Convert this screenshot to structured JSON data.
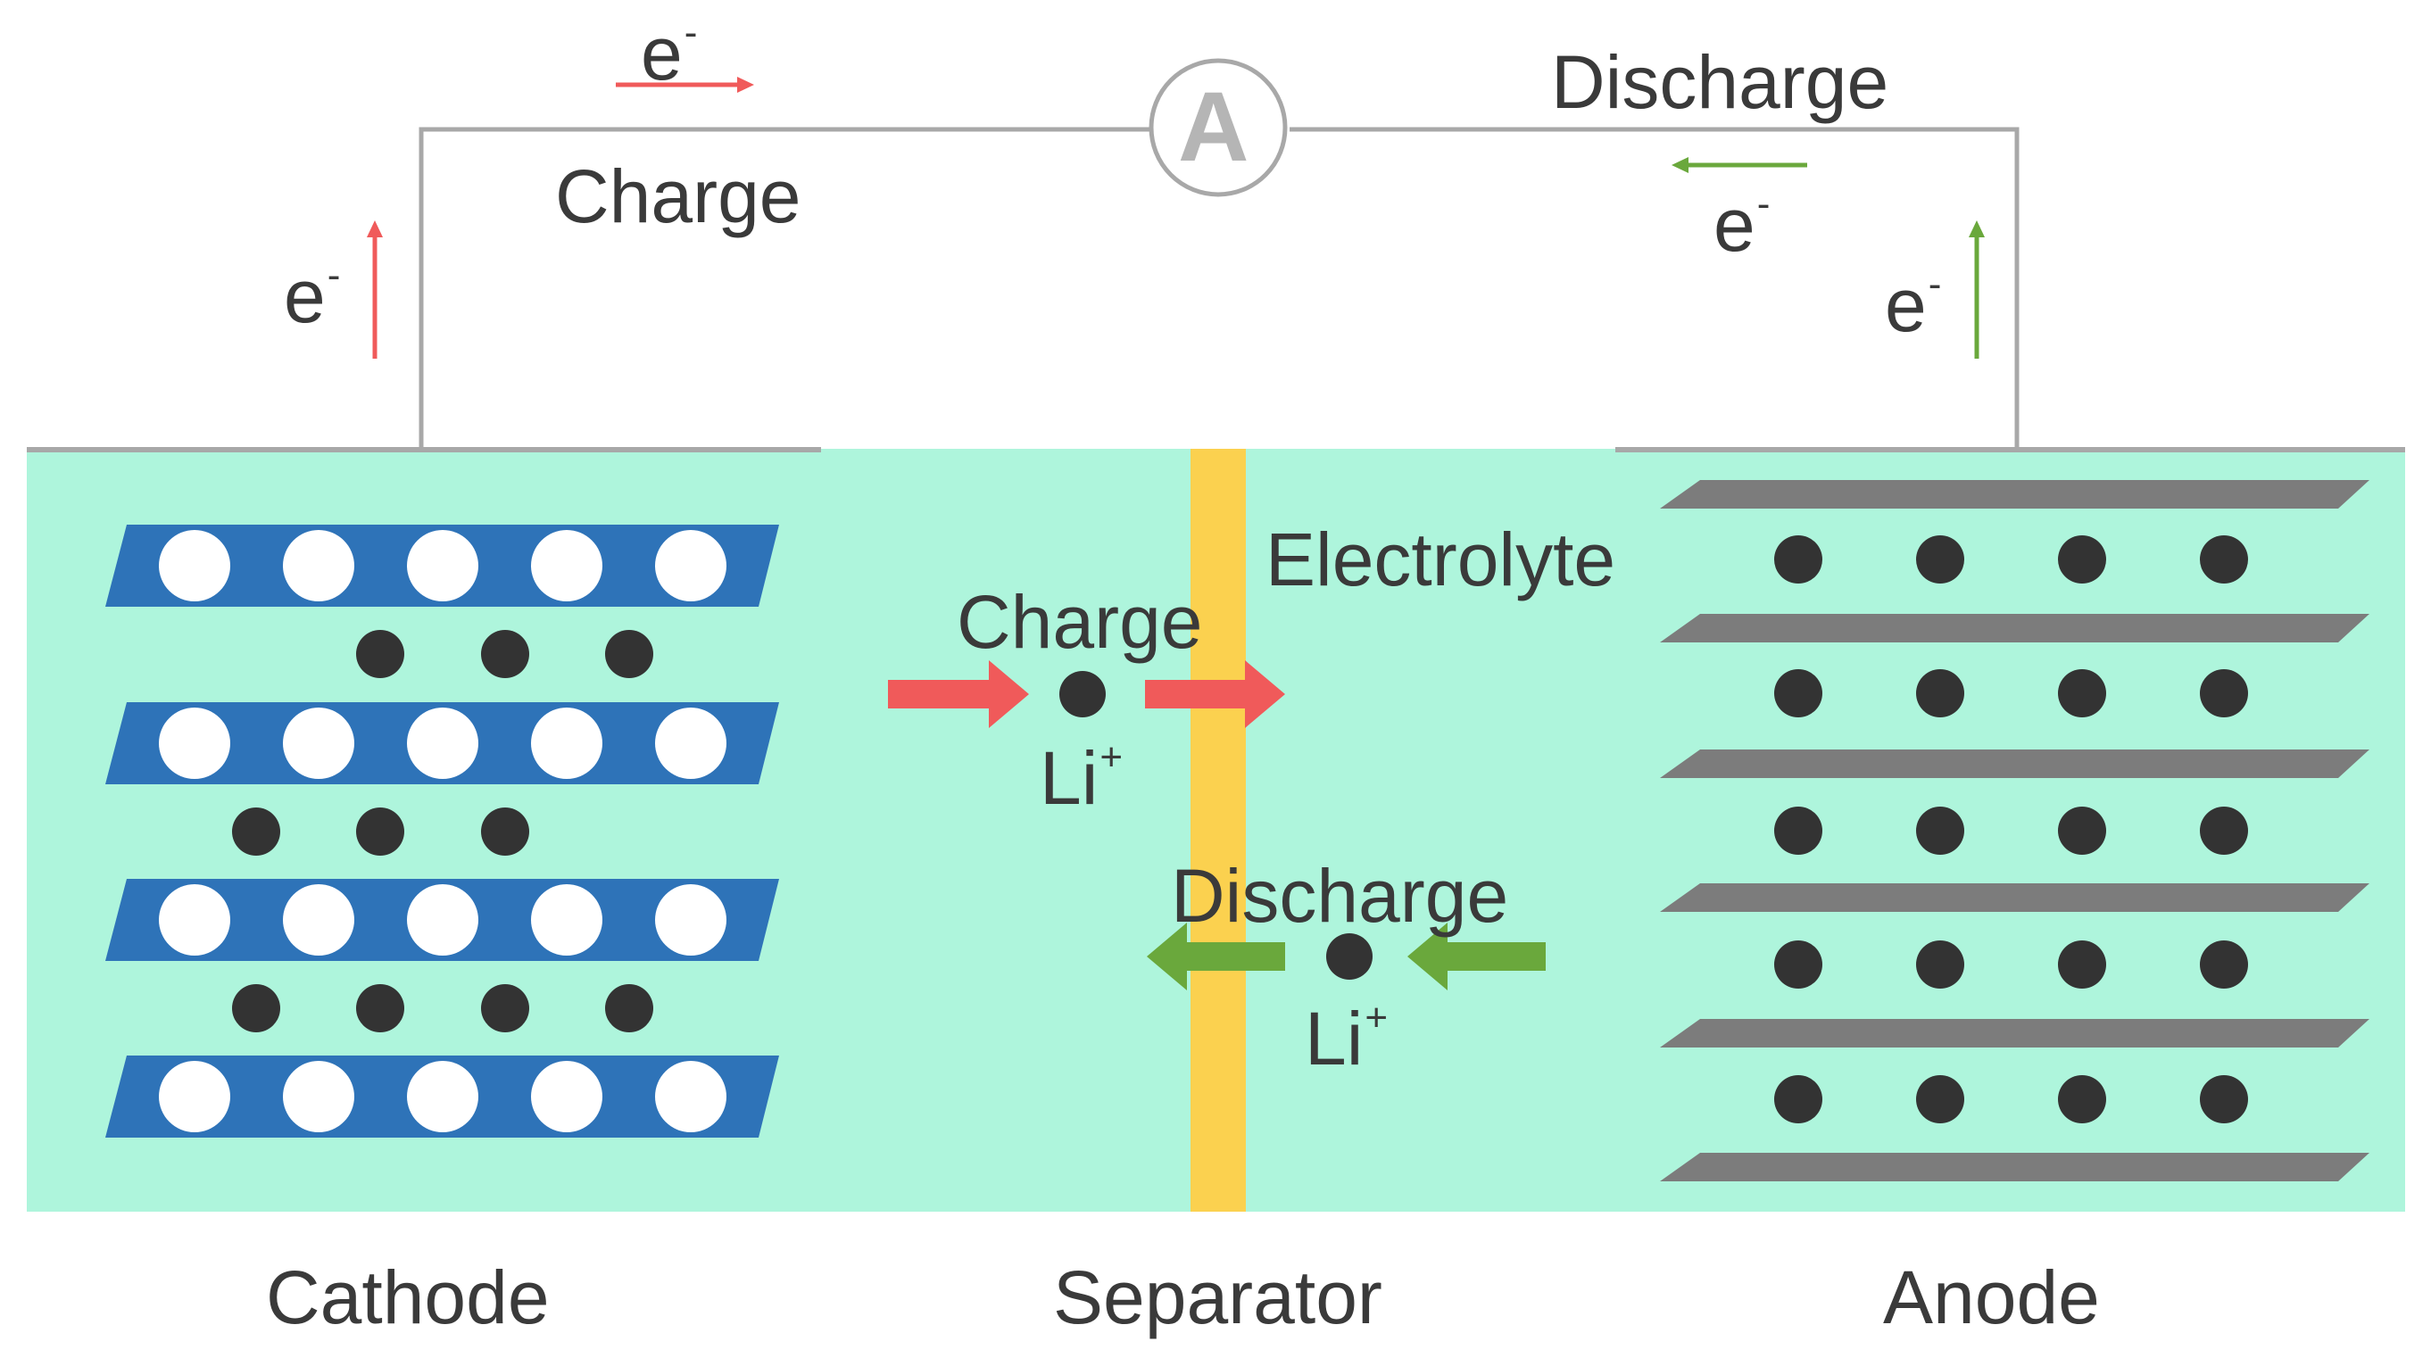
{
  "labels": {
    "electron": "e",
    "electron_charge": "-",
    "lithium": "Li",
    "lithium_charge": "+",
    "charge": "Charge",
    "discharge": "Discharge",
    "ammeter": "A",
    "electrolyte": "Electrolyte",
    "cathode": "Cathode",
    "separator": "Separator",
    "anode": "Anode"
  },
  "colors": {
    "electrolyte": "#aef5dc",
    "separator": "#fbd14f",
    "cathode_layer": "#2e73b8",
    "anode_layer": "#7c7c7c",
    "ion": "#333333",
    "wire": "#a8a8a8",
    "charge_arrow": "#f05a5a",
    "discharge_arrow": "#6aa83c",
    "text": "#3a3a3a"
  }
}
